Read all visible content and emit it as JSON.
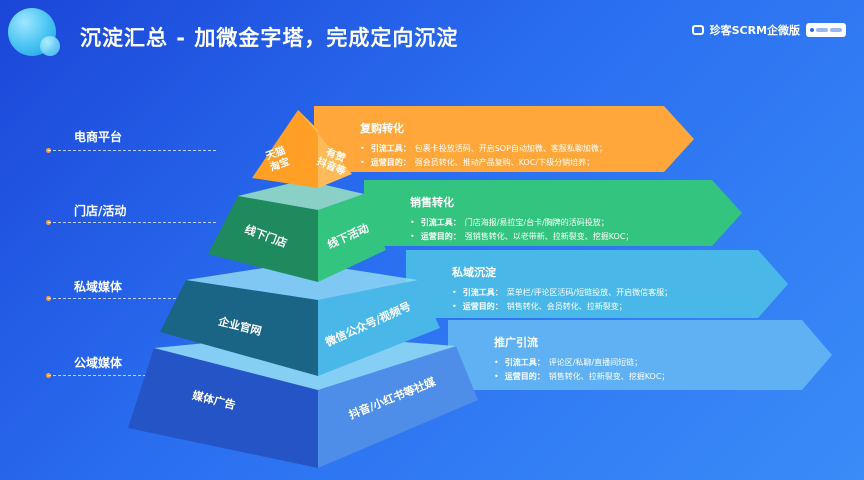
{
  "header": {
    "title": "沉淀汇总 - 加微金字塔，完成定向沉淀",
    "brand": "珍客SCRM企微版"
  },
  "colors": {
    "orange": "#ffa73a",
    "green": "#33c57f",
    "light_blue": "#49b8e9",
    "pale_blue": "#5fb1f4",
    "dark_teal": "#1a6485",
    "deep_blue": "#2454c5"
  },
  "side_labels": [
    "电商平台",
    "门店/活动",
    "私域媒体",
    "公域媒体"
  ],
  "pyramid": {
    "levels": [
      {
        "left": "天猫\n淘宝",
        "right": "有赞\n抖音等"
      },
      {
        "left": "线下门店",
        "right": "线下活动"
      },
      {
        "left": "企业官网",
        "right": "微信公众号/视频号"
      },
      {
        "left": "媒体广告",
        "right": "抖音/小红书等社媒"
      }
    ]
  },
  "banners": [
    {
      "title": "复购转化",
      "rows": [
        {
          "key": "引流工具：",
          "value": "包裹卡投放活码、开启SOP自动加微、客服私聊加微；"
        },
        {
          "key": "运营目的：",
          "value": "强会员转化、推动产品复购、KOC/下级分销培养；"
        }
      ]
    },
    {
      "title": "销售转化",
      "rows": [
        {
          "key": "引流工具：",
          "value": "门店海报/易拉宝/台卡/胸牌的活码投放；"
        },
        {
          "key": "运营目的：",
          "value": "强销售转化、以老带新、拉新裂变、挖掘KOC；"
        }
      ]
    },
    {
      "title": "私域沉淀",
      "rows": [
        {
          "key": "引流工具：",
          "value": "菜单栏/评论区活码/短链投放、开启微信客服；"
        },
        {
          "key": "运营目的：",
          "value": "销售转化、会员转化、拉新裂变；"
        }
      ]
    },
    {
      "title": "推广引流",
      "rows": [
        {
          "key": "引流工具：",
          "value": "评论区/私聊/直播间短链；"
        },
        {
          "key": "运营目的：",
          "value": "销售转化、拉新裂变、挖掘KOC；"
        }
      ]
    }
  ]
}
